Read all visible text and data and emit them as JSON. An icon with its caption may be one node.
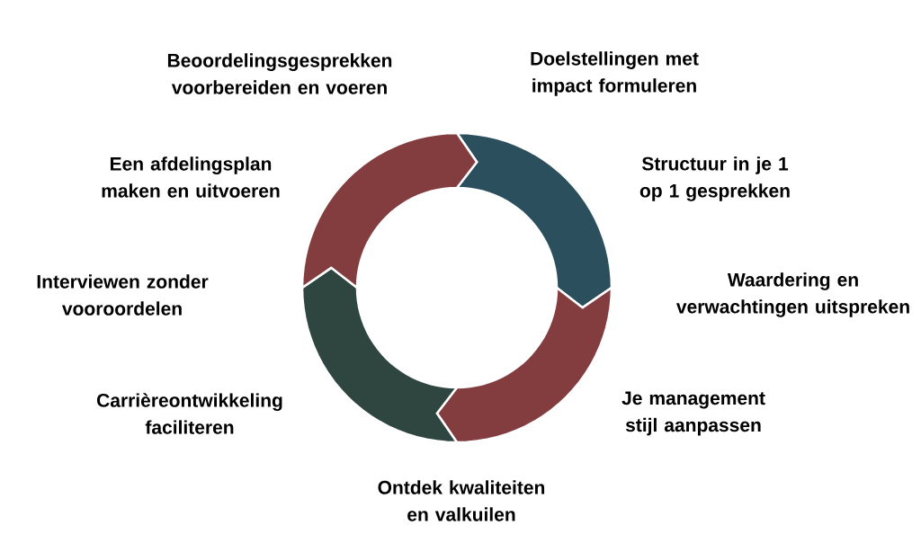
{
  "diagram": {
    "labels": [
      "Beoordelingsgesprekken voorbereiden en voeren",
      "Doelstellingen met impact formuleren",
      "Een afdelingsplan maken en uitvoeren",
      "Structuur in je 1 op 1 gesprekken",
      "Interviewen zonder vooroordelen",
      "Waardering en verwachtingen uitspreken",
      "Carrièreontwikkeling faciliteren",
      "Je management stijl aanpassen",
      "Ontdek kwaliteiten en valkuilen"
    ]
  }
}
